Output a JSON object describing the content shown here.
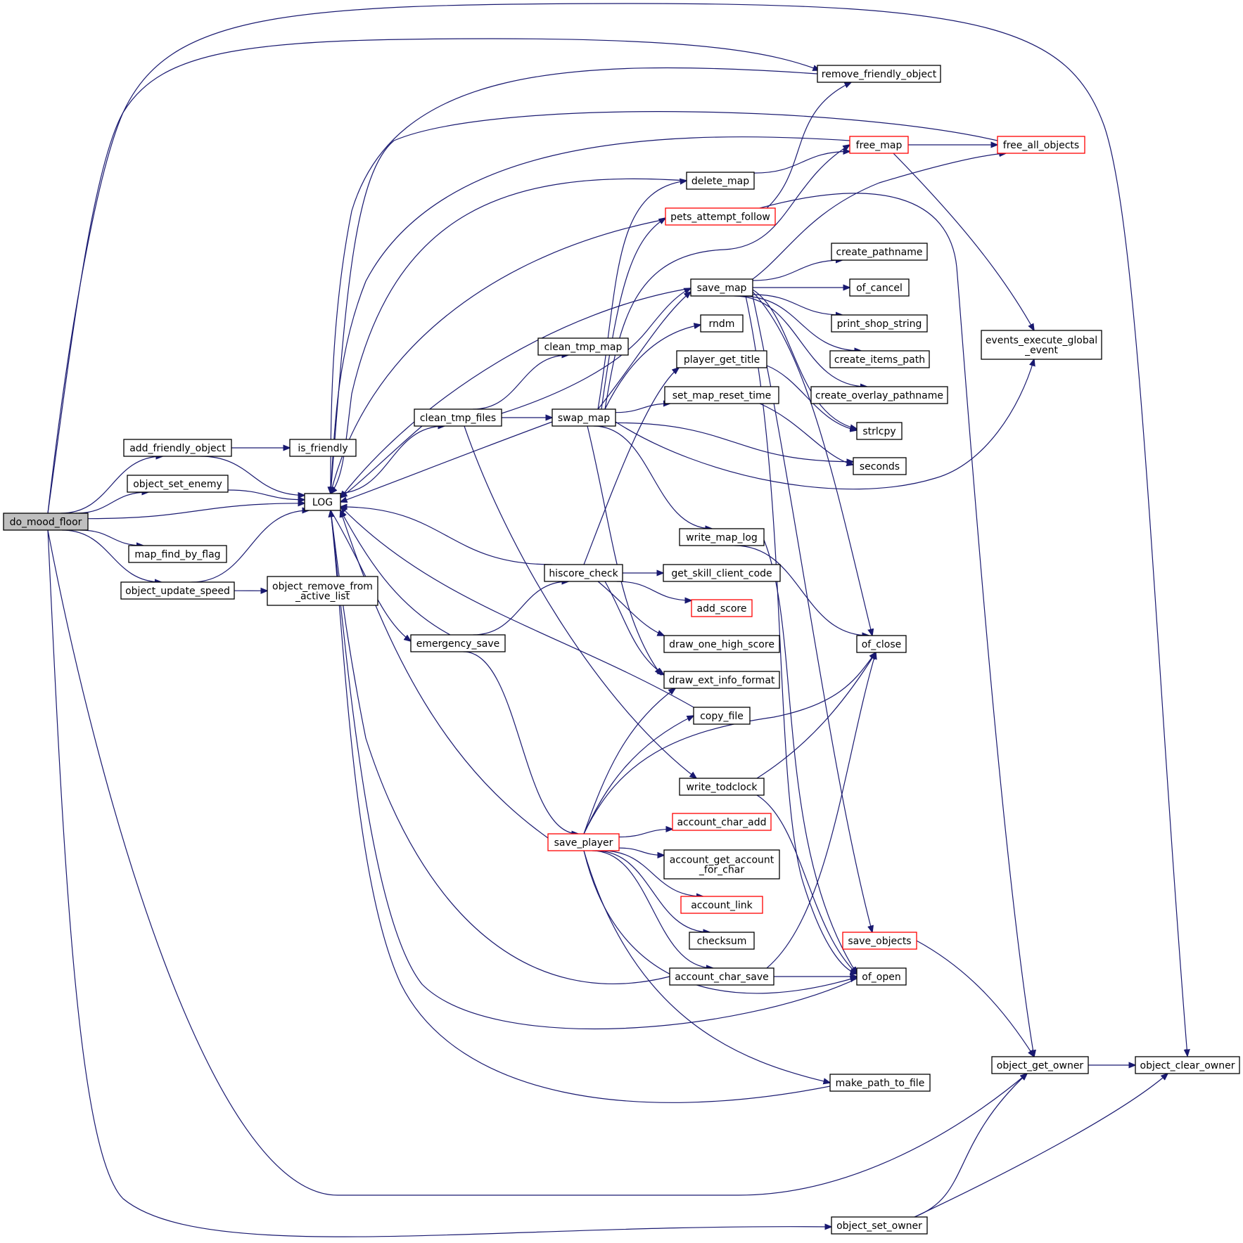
{
  "colors": {
    "edge": "#191970",
    "node_border": "#000000",
    "node_border_incomplete": "#ff0000",
    "root_fill": "#bfbfbf",
    "node_fill": "#ffffff"
  },
  "nodes": [
    {
      "id": "do_mood_floor",
      "label": "do_mood_floor",
      "root": true
    },
    {
      "id": "add_friendly_object",
      "label": "add_friendly_object"
    },
    {
      "id": "object_set_enemy",
      "label": "object_set_enemy"
    },
    {
      "id": "map_find_by_flag",
      "label": "map_find_by_flag"
    },
    {
      "id": "object_update_speed",
      "label": "object_update_speed"
    },
    {
      "id": "is_friendly",
      "label": "is_friendly"
    },
    {
      "id": "LOG",
      "label": "LOG"
    },
    {
      "id": "object_remove_from_active_list",
      "label": "object_remove_from\n_active_list"
    },
    {
      "id": "clean_tmp_files",
      "label": "clean_tmp_files"
    },
    {
      "id": "emergency_save",
      "label": "emergency_save"
    },
    {
      "id": "clean_tmp_map",
      "label": "clean_tmp_map"
    },
    {
      "id": "swap_map",
      "label": "swap_map"
    },
    {
      "id": "hiscore_check",
      "label": "hiscore_check"
    },
    {
      "id": "save_player",
      "label": "save_player",
      "red": true
    },
    {
      "id": "delete_map",
      "label": "delete_map"
    },
    {
      "id": "pets_attempt_follow",
      "label": "pets_attempt_follow",
      "red": true
    },
    {
      "id": "save_map",
      "label": "save_map"
    },
    {
      "id": "rndm",
      "label": "rndm"
    },
    {
      "id": "player_get_title",
      "label": "player_get_title"
    },
    {
      "id": "set_map_reset_time",
      "label": "set_map_reset_time"
    },
    {
      "id": "write_map_log",
      "label": "write_map_log"
    },
    {
      "id": "get_skill_client_code",
      "label": "get_skill_client_code"
    },
    {
      "id": "add_score",
      "label": "add_score",
      "red": true
    },
    {
      "id": "draw_one_high_score",
      "label": "draw_one_high_score"
    },
    {
      "id": "draw_ext_info_format",
      "label": "draw_ext_info_format"
    },
    {
      "id": "copy_file",
      "label": "copy_file"
    },
    {
      "id": "write_todclock",
      "label": "write_todclock"
    },
    {
      "id": "account_char_add",
      "label": "account_char_add",
      "red": true
    },
    {
      "id": "account_get_account_for_char",
      "label": "account_get_account\n_for_char"
    },
    {
      "id": "account_link",
      "label": "account_link",
      "red": true
    },
    {
      "id": "checksum",
      "label": "checksum"
    },
    {
      "id": "account_char_save",
      "label": "account_char_save"
    },
    {
      "id": "remove_friendly_object",
      "label": "remove_friendly_object"
    },
    {
      "id": "free_map",
      "label": "free_map",
      "red": true
    },
    {
      "id": "free_all_objects",
      "label": "free_all_objects",
      "red": true
    },
    {
      "id": "create_pathname",
      "label": "create_pathname"
    },
    {
      "id": "of_cancel",
      "label": "of_cancel"
    },
    {
      "id": "print_shop_string",
      "label": "print_shop_string"
    },
    {
      "id": "create_items_path",
      "label": "create_items_path"
    },
    {
      "id": "create_overlay_pathname",
      "label": "create_overlay_pathname"
    },
    {
      "id": "strlcpy",
      "label": "strlcpy"
    },
    {
      "id": "seconds",
      "label": "seconds"
    },
    {
      "id": "of_close",
      "label": "of_close"
    },
    {
      "id": "save_objects",
      "label": "save_objects",
      "red": true
    },
    {
      "id": "of_open",
      "label": "of_open"
    },
    {
      "id": "make_path_to_file",
      "label": "make_path_to_file"
    },
    {
      "id": "events_execute_global_event",
      "label": "events_execute_global\n_event"
    },
    {
      "id": "object_get_owner",
      "label": "object_get_owner"
    },
    {
      "id": "object_clear_owner",
      "label": "object_clear_owner"
    },
    {
      "id": "object_set_owner",
      "label": "object_set_owner"
    }
  ]
}
